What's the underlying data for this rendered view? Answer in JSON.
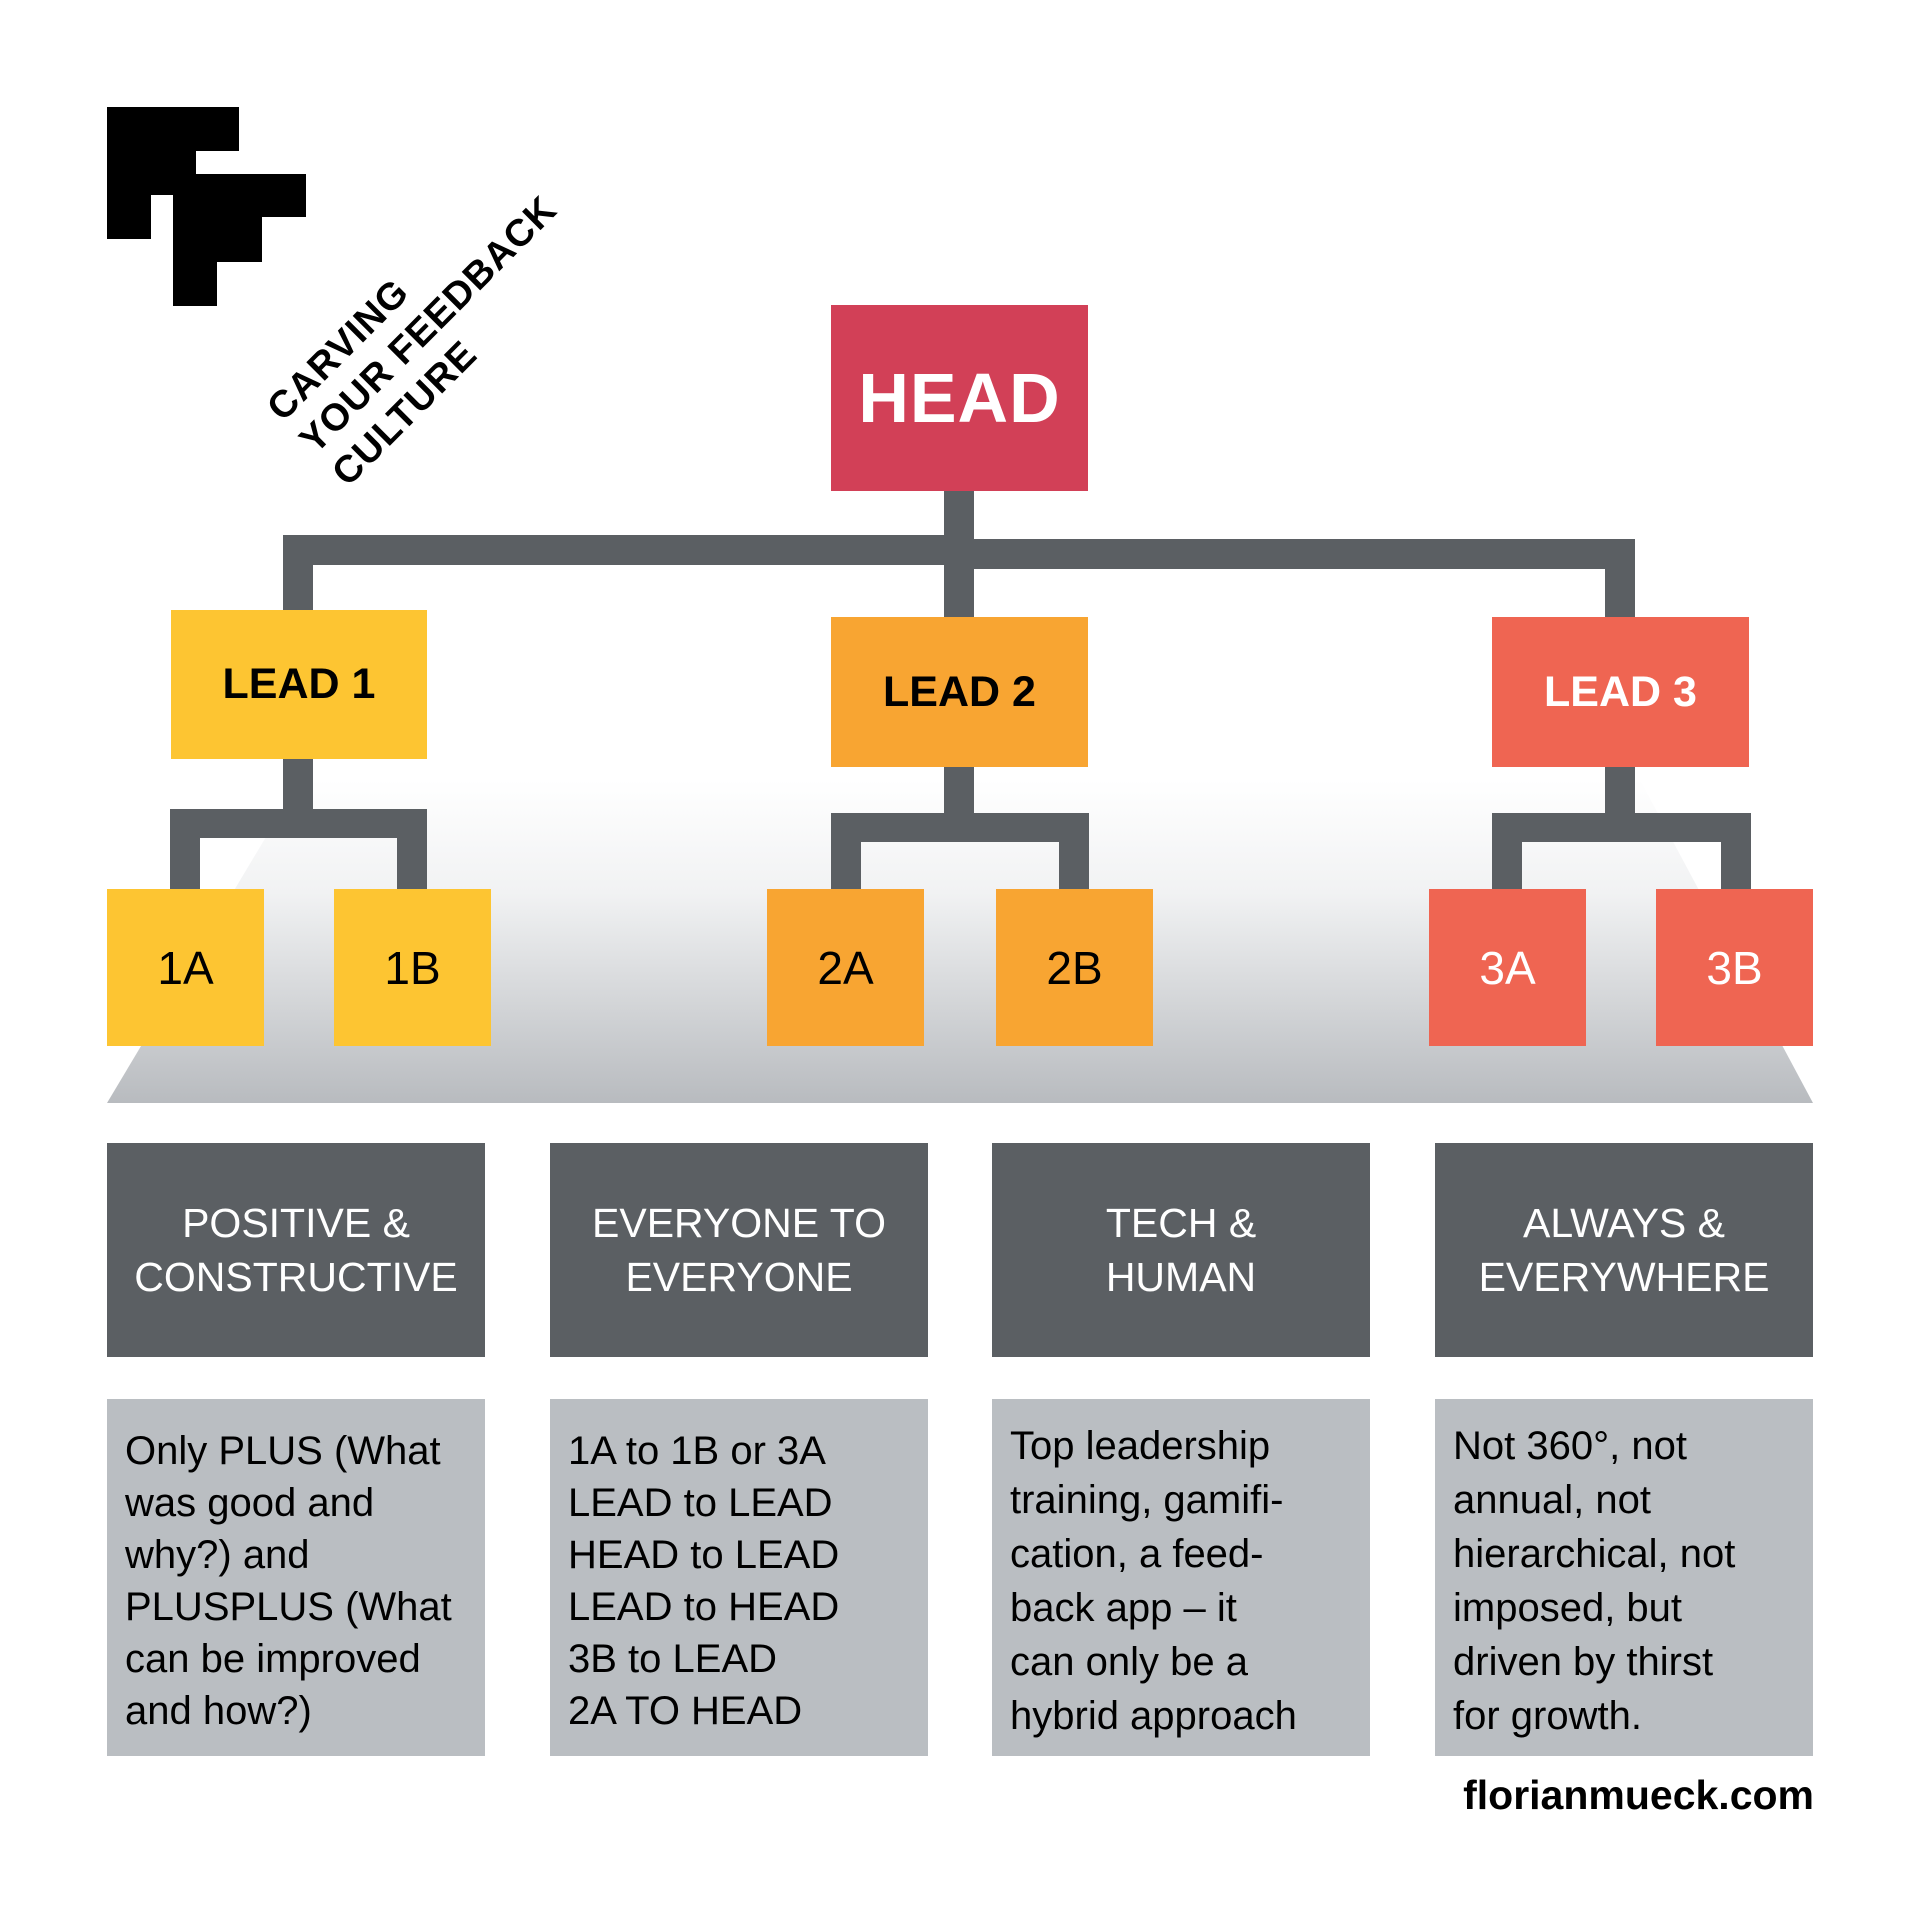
{
  "title": {
    "lines": [
      "CARVING",
      "YOUR FEEDBACK",
      "CULTURE"
    ]
  },
  "logo": {
    "icon": "double-stair-logo-icon"
  },
  "org_chart": {
    "head": {
      "label": "HEAD",
      "color": "#d24057"
    },
    "leads": [
      {
        "label": "LEAD 1",
        "color": "#fdc532",
        "children": [
          "1A",
          "1B"
        ]
      },
      {
        "label": "LEAD 2",
        "color": "#f8a532",
        "children": [
          "2A",
          "2B"
        ]
      },
      {
        "label": "LEAD 3",
        "color": "#ef6552",
        "children": [
          "3A",
          "3B"
        ]
      }
    ],
    "connector_color": "#5b5f63"
  },
  "principles": [
    {
      "heading": [
        "POSITIVE &",
        "CONSTRUCTIVE"
      ],
      "body": [
        "Only PLUS (What",
        "was good and",
        "why?) and",
        "PLUSPLUS (What",
        "can be improved",
        "and how?)"
      ]
    },
    {
      "heading": [
        "EVERYONE TO",
        "EVERYONE"
      ],
      "body": [
        "1A to 1B or 3A",
        "LEAD to LEAD",
        "HEAD to LEAD",
        "LEAD to HEAD",
        "3B to LEAD",
        "2A TO HEAD"
      ]
    },
    {
      "heading": [
        "TECH &",
        "HUMAN"
      ],
      "body": [
        "Top leadership",
        "training, gamifi-",
        "cation, a feed-",
        "back app – it",
        "can only be a",
        "hybrid approach"
      ]
    },
    {
      "heading": [
        "ALWAYS &",
        "EVERYWHERE"
      ],
      "body": [
        "Not 360°, not",
        "annual, not",
        "hierarchical, not",
        "imposed, but",
        "driven by thirst",
        "for growth."
      ]
    }
  ],
  "footer": {
    "site": "florianmueck.com"
  },
  "colors": {
    "header_bg": "#5b5f63",
    "body_bg": "#babec2",
    "platform_bottom": "#b9bcc0"
  }
}
